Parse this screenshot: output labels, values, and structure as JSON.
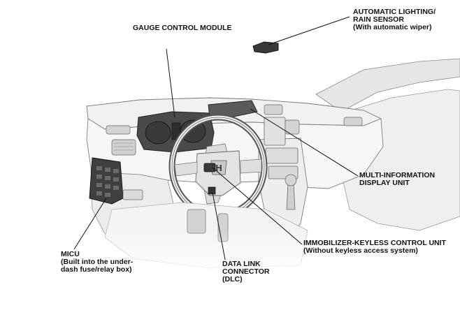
{
  "callouts": {
    "gauge_control_module": [
      "GAUGE CONTROL MODULE"
    ],
    "rain_sensor": [
      "AUTOMATIC LIGHTING/",
      "RAIN SENSOR",
      "(With automatic wiper)"
    ],
    "multi_info_display": [
      "MULTI-INFORMATION",
      "DISPLAY UNIT"
    ],
    "immobilizer": [
      "IMMOBILIZER-KEYLESS CONTROL UNIT",
      "(Without keyless access system)"
    ],
    "dlc": [
      "DATA LINK",
      "CONNECTOR",
      "(DLC)"
    ],
    "micu": [
      "MICU",
      "(Built into the under-",
      "dash fuse/relay box)"
    ]
  },
  "colors": {
    "line": "#111111",
    "dash_fill": "#f3f3f3",
    "dash_shadow": "#d9d9d9",
    "dark_part": "#3a3a3a"
  }
}
